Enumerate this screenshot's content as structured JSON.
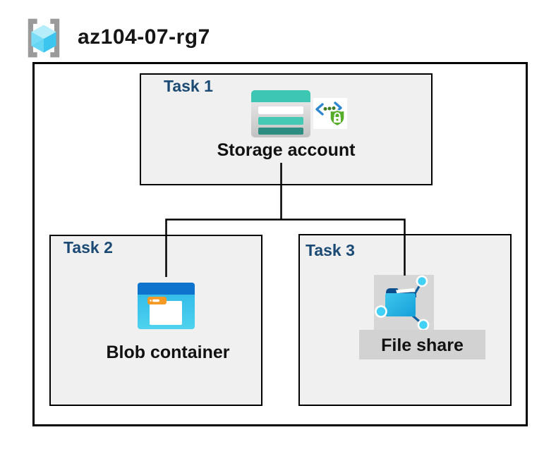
{
  "header": {
    "resource_group_name": "az104-07-rg7",
    "resource_group_icon": "resource-group-icon"
  },
  "diagram": {
    "tasks": [
      {
        "label": "Task 1",
        "resource": "Storage account",
        "icons": [
          "storage-account-icon",
          "secured-endpoint-icon"
        ]
      },
      {
        "label": "Task 2",
        "resource": "Blob container",
        "icons": [
          "blob-container-icon"
        ]
      },
      {
        "label": "Task 3",
        "resource": "File share",
        "icons": [
          "file-share-icon"
        ]
      }
    ],
    "connections": [
      {
        "from": "Storage account",
        "to": "Blob container"
      },
      {
        "from": "Storage account",
        "to": "File share"
      }
    ]
  },
  "colors": {
    "task_label_navy": "#1b4a74",
    "storage_teal": "#3cc7b3",
    "storage_teal_dark": "#2c8d80",
    "blob_blue_band": "#0d73cd",
    "blob_cyan": "#2cb5e9",
    "folder_tab_orange": "#f59b25",
    "shield_green": "#55ad28",
    "chevron_blue": "#2e86d1",
    "fileshare_navy": "#0a4d8c",
    "fileshare_cyan": "#3fc6ec",
    "node_cyan": "#41d1f6",
    "box_fill_gray": "#f0f0f0",
    "icon_bg_gray": "#d6d6d6",
    "line_black": "#000000"
  }
}
